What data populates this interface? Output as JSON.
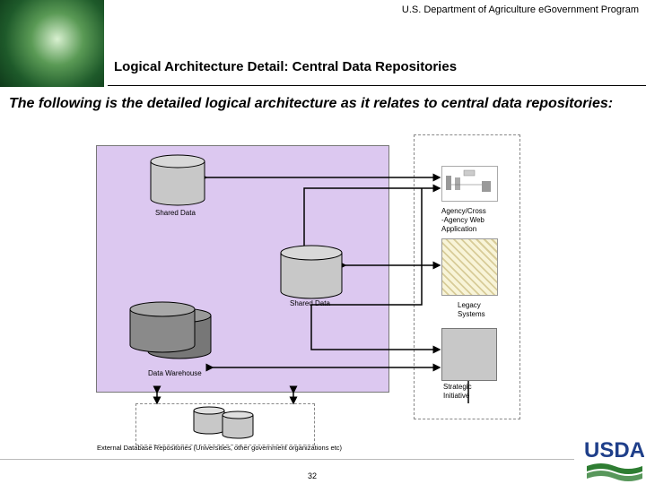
{
  "header": {
    "program_title": "U.S. Department of Agriculture eGovernment Program",
    "slide_title": "Logical Architecture Detail: Central Data Repositories"
  },
  "intro": "The following is the detailed logical architecture as it relates to central data repositories:",
  "diagram": {
    "shared_data_1": "Shared Data",
    "shared_data_2": "Shared Data",
    "data_warehouse": "Data Warehouse",
    "web_app_line1": "Agency/Cross",
    "web_app_line2": "-Agency Web",
    "web_app_line3": "Application",
    "legacy_line1": "Legacy",
    "legacy_line2": "Systems",
    "strategic_line1": "Strategic",
    "strategic_line2": "Initiative",
    "external_repos": "External Database Repositories (Universities, other government organizations etc)"
  },
  "footer": {
    "page_number": "32",
    "logo_text": "USDA"
  },
  "colors": {
    "main_box": "#dcc8f0",
    "cylinder_light": "#c8c8c8",
    "cylinder_dark": "#8a8a8a",
    "usda_blue": "#1f3f8a",
    "usda_green": "#2e7d32"
  }
}
